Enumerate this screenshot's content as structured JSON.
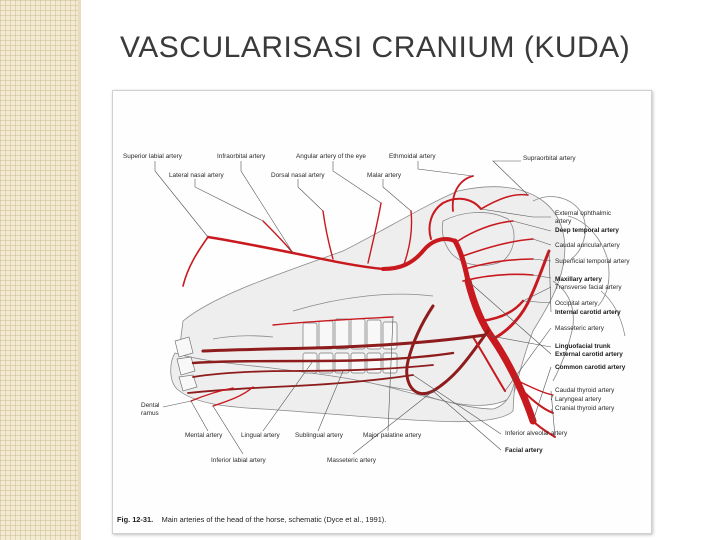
{
  "slide": {
    "title": "VASCULARISASI CRANIUM (KUDA)"
  },
  "figure": {
    "caption_label": "Fig. 12-31.",
    "caption_text": "Main arteries of the head of the horse, schematic (Dyce et al., 1991).",
    "colors": {
      "artery": "#c8191e",
      "artery_dark": "#8e1c1c",
      "bone_outline": "#8a8a8a",
      "side_strip": "#f3ead2"
    },
    "top_labels": {
      "superior_labial": "Superior labial artery",
      "infraorbital": "Infraorbital artery",
      "angular_eye": "Angular artery of the eye",
      "ethmoidal": "Ethmoidal artery",
      "lateral_nasal": "Lateral nasal artery",
      "dorsal_nasal": "Dorsal nasal artery",
      "malar": "Malar artery",
      "supraorbital": "Supraorbital artery"
    },
    "right_labels": {
      "external_ophthalmic_1": "External ophthalmic",
      "external_ophthalmic_2": "artery",
      "deep_temporal": "Deep temporal artery",
      "caudal_auricular": "Caudal auricular artery",
      "superficial_temporal": "Superficial temporal artery",
      "maxillary": "Maxillary artery",
      "transverse_facial": "Transverse facial artery",
      "occipital": "Occipital artery",
      "internal_carotid": "Internal carotid artery",
      "masseteric": "Masseteric artery",
      "linguofacial": "Linguofacial trunk",
      "external_carotid": "External carotid artery",
      "common_carotid": "Common carotid artery",
      "caudal_thyroid": "Caudal thyroid artery",
      "laryngeal": "Laryngeal artery",
      "cranial_thyroid": "Cranial thyroid artery",
      "inferior_alveolar": "Inferior alveolar artery",
      "facial": "Facial artery"
    },
    "left_labels": {
      "dental_ramus_1": "Dental",
      "dental_ramus_2": "ramus"
    },
    "bottom_labels": {
      "mental": "Mental artery",
      "lingual": "Lingual artery",
      "sublingual": "Sublingual artery",
      "major_palatine": "Major palatine artery",
      "inferior_labial": "Inferior labial artery",
      "masseteric_lower": "Masseteric artery"
    }
  }
}
